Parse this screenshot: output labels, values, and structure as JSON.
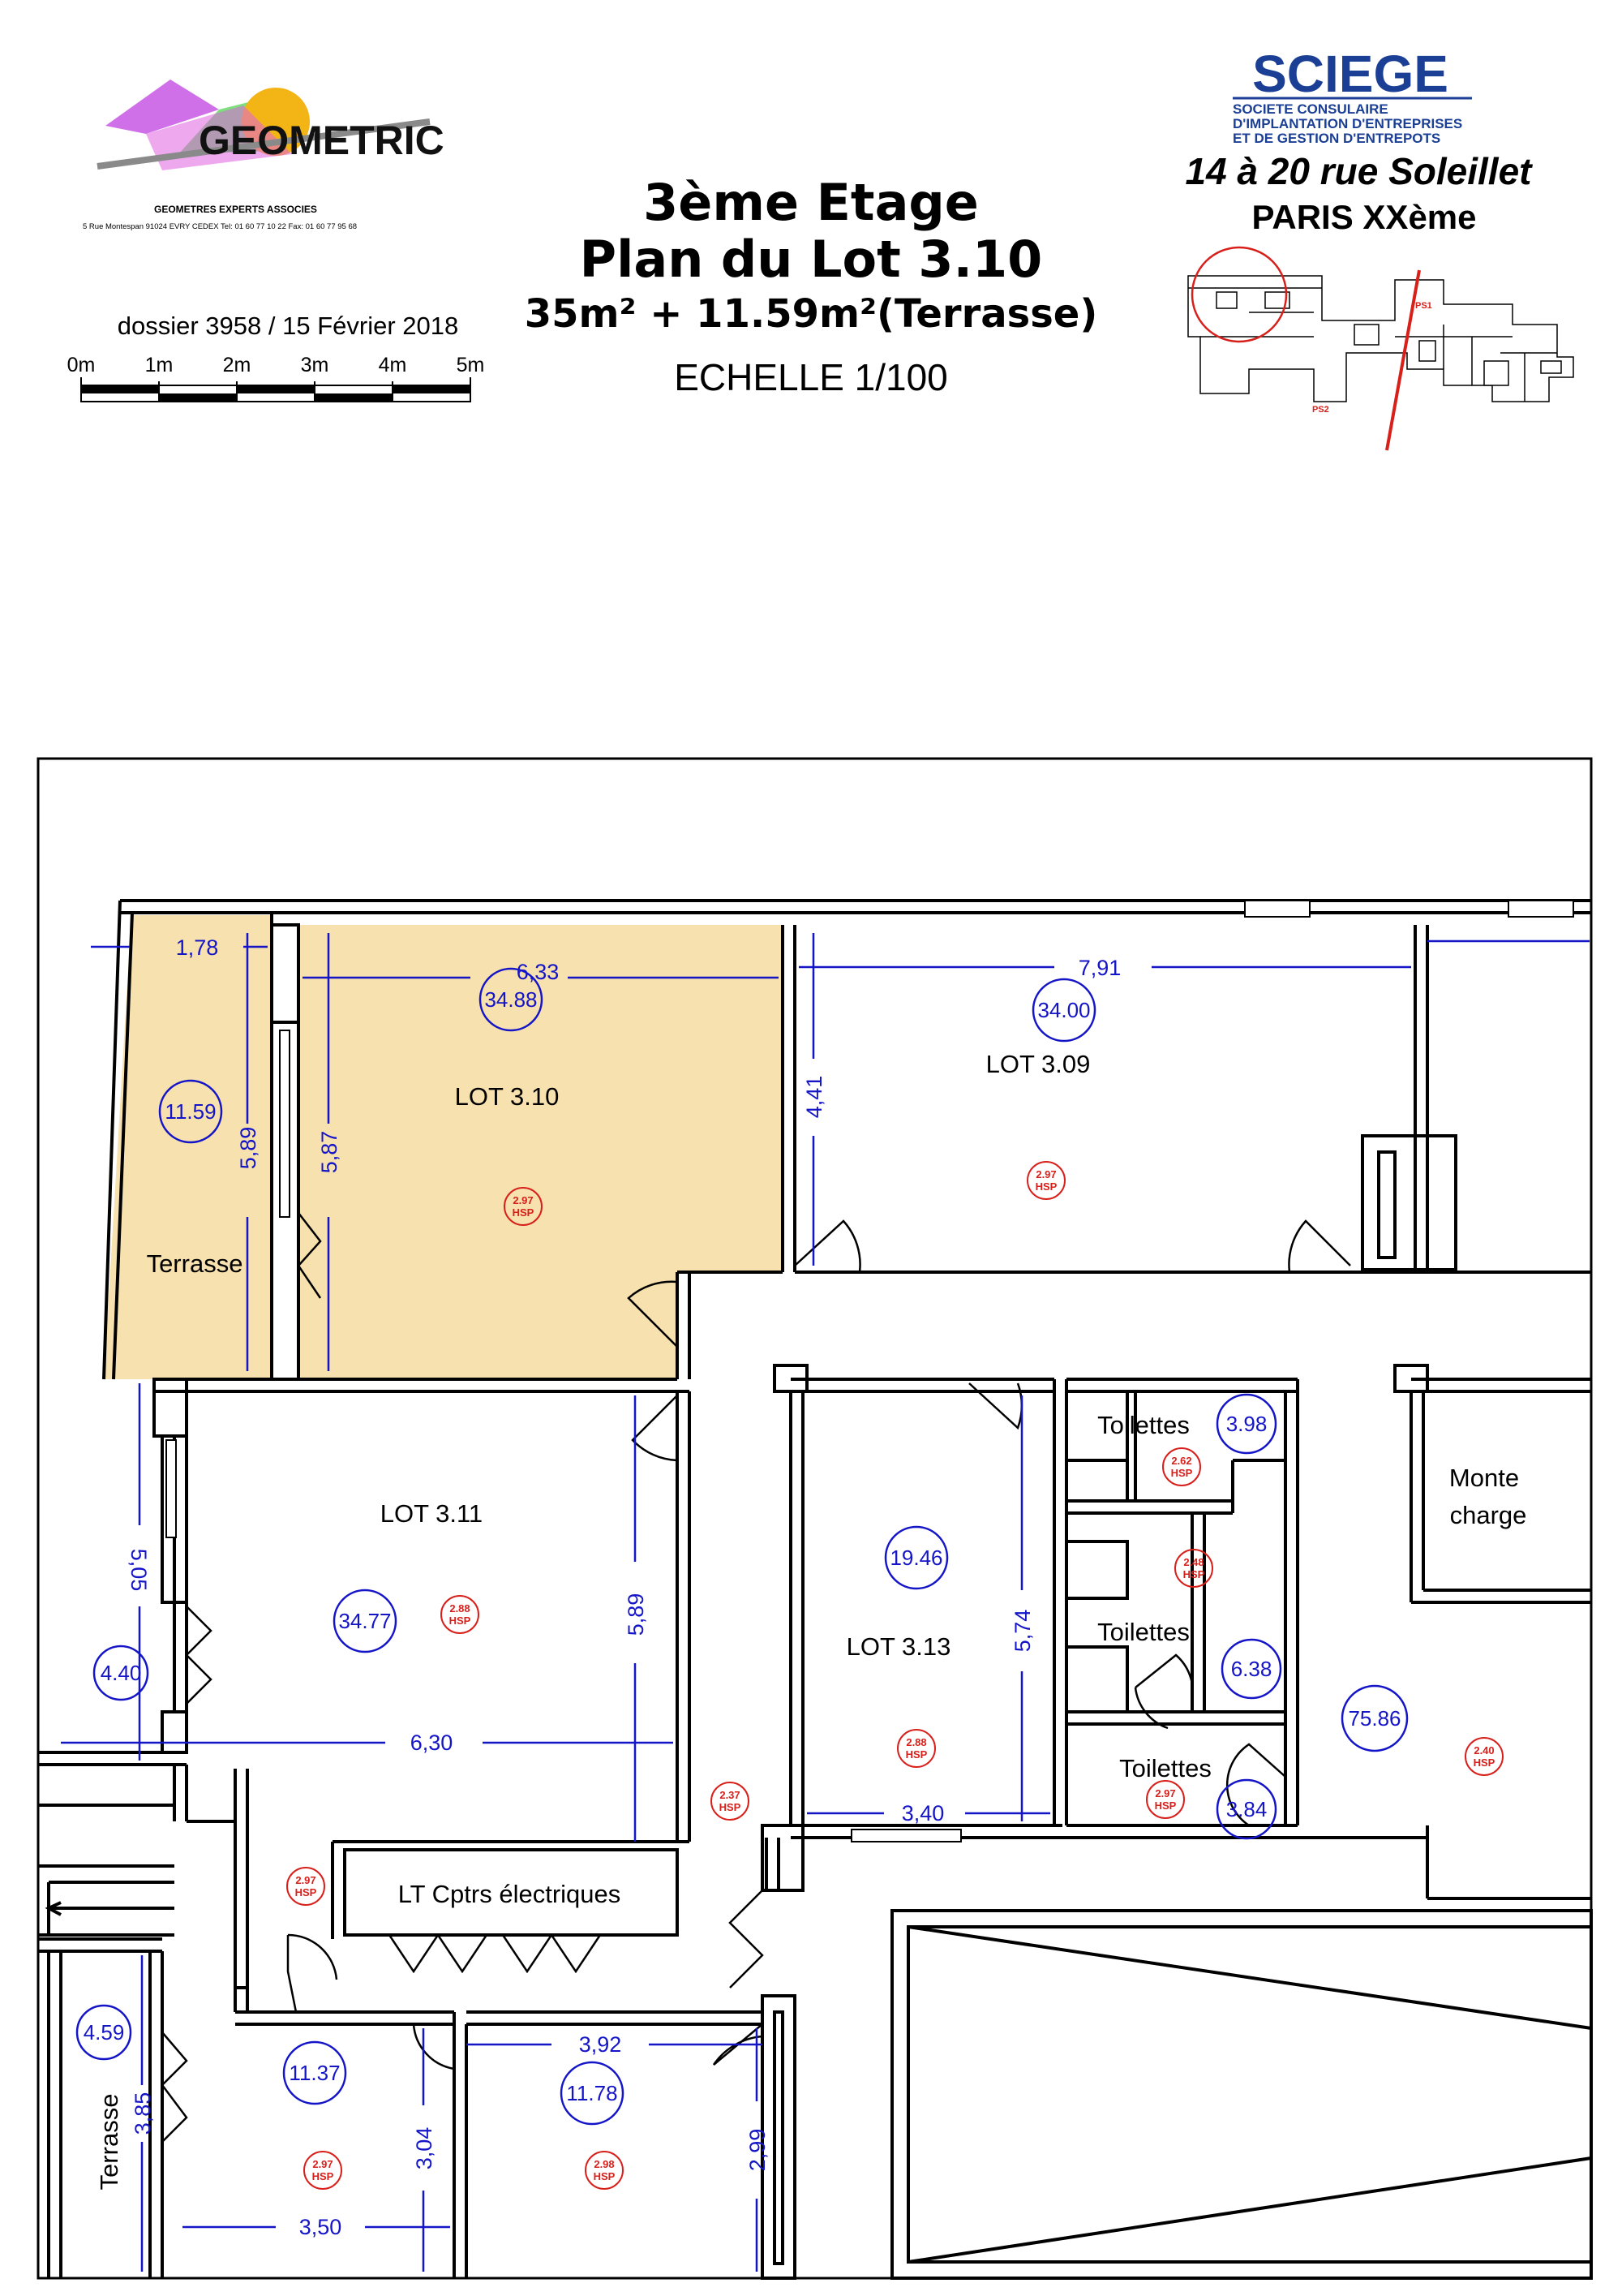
{
  "left_logo": {
    "brand": "GEOMETRIC",
    "subtitle": "GEOMETRES EXPERTS ASSOCIES",
    "address": "5 Rue Montespan 91024 EVRY CEDEX  Tel: 01 60 77 10 22 Fax: 01 60 77 95 68"
  },
  "scale_bar": {
    "dossier": "dossier 3958 / 15 Février 2018",
    "ticks": [
      "0m",
      "1m",
      "2m",
      "3m",
      "4m",
      "5m"
    ]
  },
  "title": {
    "line1": "3ème Etage",
    "line2": "Plan du Lot 3.10",
    "line3": "35m² + 11.59m²(Terrasse)",
    "scale": "ECHELLE 1/100"
  },
  "right_logo": {
    "brand": "SCIEGE",
    "line1": "SOCIETE CONSULAIRE",
    "line2": "D'IMPLANTATION D'ENTREPRISES",
    "line3": "ET DE GESTION D'ENTREPOTS",
    "address": "14 à 20  rue Soleillet",
    "city": "PARIS XXème",
    "ps1": "PS1",
    "ps2": "PS2"
  },
  "rooms": {
    "lot310": "LOT 3.10",
    "lot309": "LOT 3.09",
    "lot311": "LOT 3.11",
    "lot313": "LOT 3.13",
    "terrasse1": "Terrasse",
    "terrasse2": "Terrasse",
    "toilettes1": "Toilettes",
    "toilettes2": "Toilettes",
    "toilettes3": "Toilettes",
    "monte1": "Monte",
    "monte2": "charge",
    "lt": "LT Cptrs électriques"
  },
  "areas": {
    "a1": "11.59",
    "a2": "34.88",
    "a3": "34.00",
    "a4": "34.77",
    "a5": "4.40",
    "a6": "19.46",
    "a7": "3.98",
    "a8": "6.38",
    "a9": "3.84",
    "a10": "75.86",
    "a11": "4.59",
    "a12": "11.37",
    "a13": "11.78"
  },
  "dims": {
    "d1": "1,78",
    "d2": "6,33",
    "d3": "7,91",
    "d4": "5,89",
    "d5": "5,87",
    "d6": "4,41",
    "d7": "5,05",
    "d8": "5,89",
    "d9": "6,30",
    "d10": "5,74",
    "d11": "3,40",
    "d12": "3,92",
    "d13": "3,85",
    "d14": "3,04",
    "d15": "2,99",
    "d16": "3,50"
  },
  "hsp": {
    "label": "HSP",
    "h1": "2.97",
    "h2": "2.97",
    "h3": "2.88",
    "h4": "2.88",
    "h5": "2.62",
    "h6": "2.48",
    "h7": "2.97",
    "h8": "2.40",
    "h9": "2.37",
    "h10": "2.97",
    "h11": "2.97",
    "h12": "2.98"
  },
  "colors": {
    "highlight": "#F7E1AE",
    "dimension": "#1515C8",
    "hsp": "#D8201B",
    "sciege_blue": "#1B3F95"
  }
}
